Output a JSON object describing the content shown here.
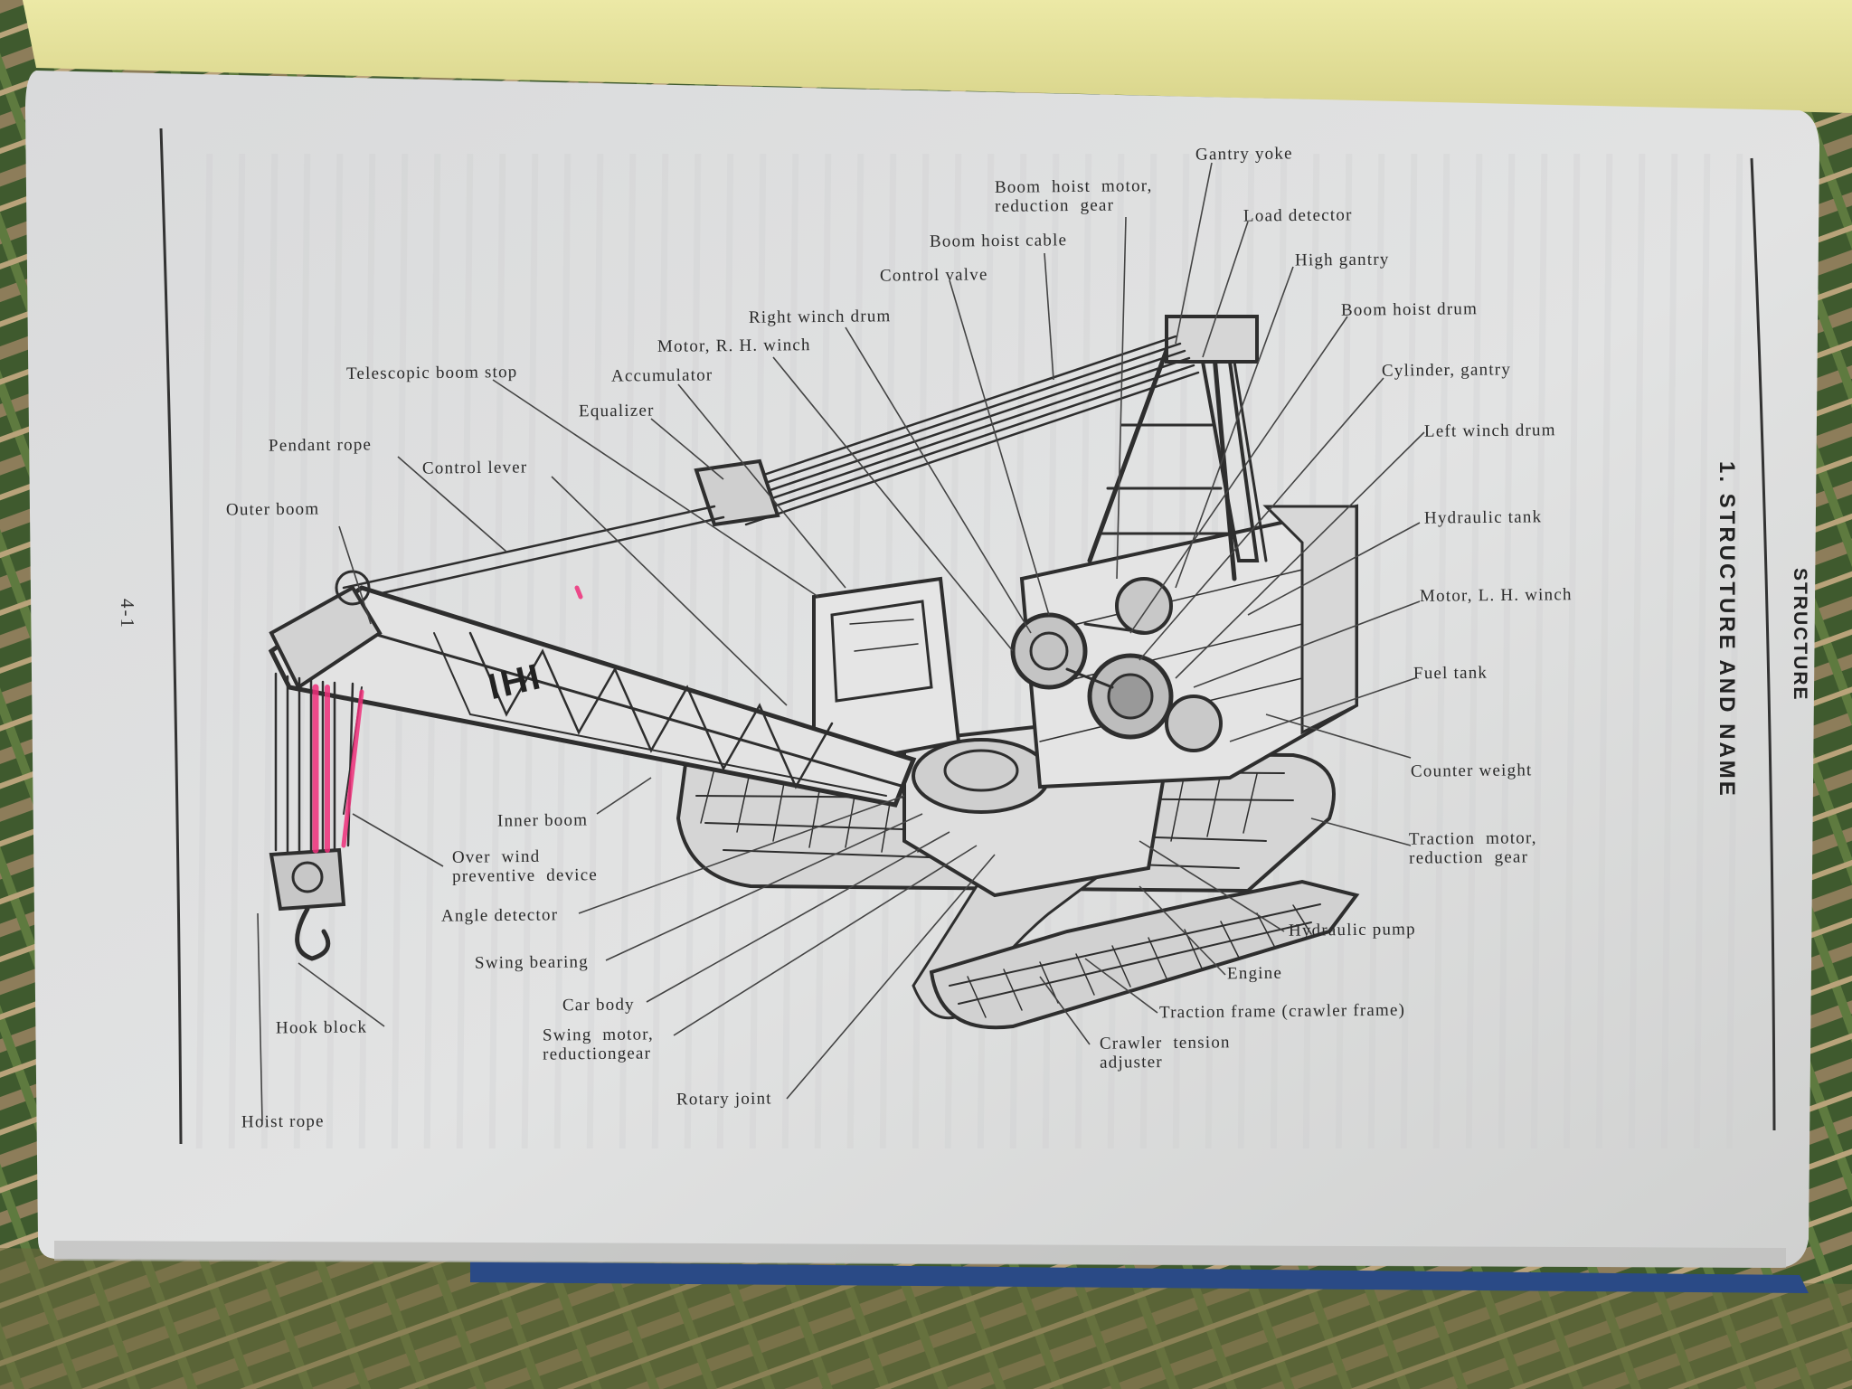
{
  "book": {
    "section_title": "1.  STRUCTURE AND NAME",
    "running_header": "STRUCTURE",
    "page_number": "4-1"
  },
  "diagram": {
    "logo": "IHI",
    "labels": {
      "gantry_yoke": "Gantry  yoke",
      "boom_hoist_motor_reduction_gear": "Boom  hoist  motor,\nreduction  gear",
      "load_detector": "Load  detector",
      "boom_hoist_cable": "Boom  hoist  cable",
      "high_gantry": "High  gantry",
      "control_valve": "Control  valve",
      "boom_hoist_drum": "Boom  hoist  drum",
      "right_winch_drum": "Right  winch  drum",
      "motor_rh_winch": "Motor,  R.  H.  winch",
      "telescopic_boom_stop": "Telescopic  boom  stop",
      "accumulator": "Accumulator",
      "cylinder_gantry": "Cylinder,  gantry",
      "equalizer": "Equalizer",
      "left_winch_drum": "Left  winch  drum",
      "pendant_rope": "Pendant  rope",
      "control_lever": "Control  lever",
      "outer_boom": "Outer  boom",
      "hydraulic_tank": "Hydraulic  tank",
      "motor_lh_winch": "Motor,  L.  H.  winch",
      "fuel_tank": "Fuel  tank",
      "counter_weight": "Counter  weight",
      "inner_boom": "Inner  boom",
      "traction_motor_reduction_gear": "Traction  motor,\nreduction  gear",
      "over_wind_preventive_device": "Over  wind\npreventive  device",
      "angle_detector": "Angle  detector",
      "hydraulic_pump": "Hydraulic  pump",
      "swing_bearing": "Swing  bearing",
      "engine": "Engine",
      "car_body": "Car  body",
      "traction_frame": "Traction  frame  (crawler  frame)",
      "hook_block": "Hook  block",
      "swing_motor_reduction_gear": "Swing  motor,\nreductiongear",
      "crawler_tension_adjuster": "Crawler  tension\nadjuster",
      "rotary_joint": "Rotary  joint",
      "hoist_rope": "Hoist  rope"
    }
  },
  "colors": {
    "page": "#dcdcdc",
    "yellow_page": "#e6e39a",
    "ink": "#2b2b2b",
    "highlight": "#ef2f7a"
  }
}
